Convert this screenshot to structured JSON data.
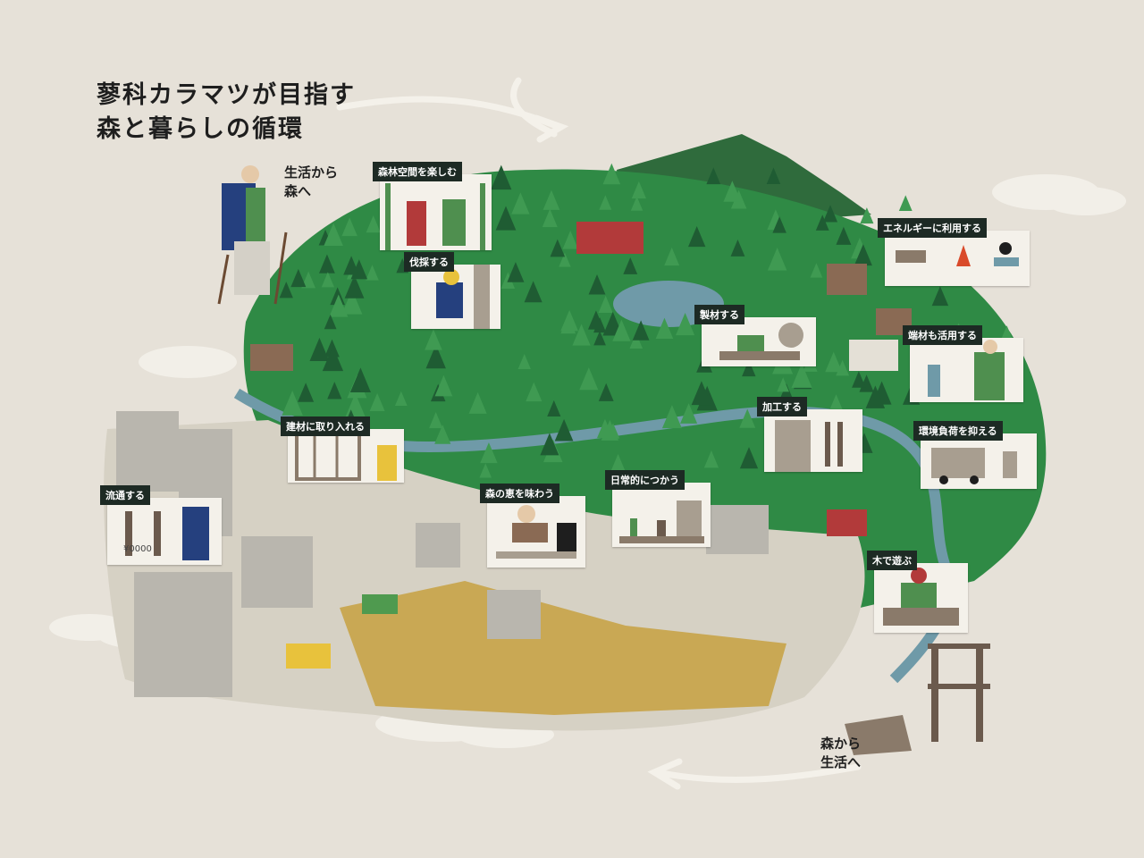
{
  "title": {
    "line1": "蓼科カラマツが目指す",
    "line2": "森と暮らしの循環"
  },
  "flows": {
    "to_forest": "生活から\n森へ",
    "to_life": "森から\n生活へ"
  },
  "callouts": {
    "enjoy_forest": "森林空間を楽しむ",
    "logging": "伐採する",
    "energy": "エネルギーに利用する",
    "sawing": "製材する",
    "offcuts": "端材も活用する",
    "processing": "加工する",
    "environment": "環境負荷を抑える",
    "building": "建材に取り入れる",
    "distribution": "流通する",
    "taste": "森の恵を味わう",
    "daily_use": "日常的につかう",
    "play_wood": "木で遊ぶ"
  },
  "price_tag": "¥0000",
  "colors": {
    "background": "#e6e1d8",
    "forest": "#2f8a45",
    "forest_dark": "#1f5c33",
    "water": "#6f9aa8",
    "tag_bg": "#1d2a24",
    "accent_yellow": "#e8c23c",
    "accent_red": "#b23a3a"
  }
}
